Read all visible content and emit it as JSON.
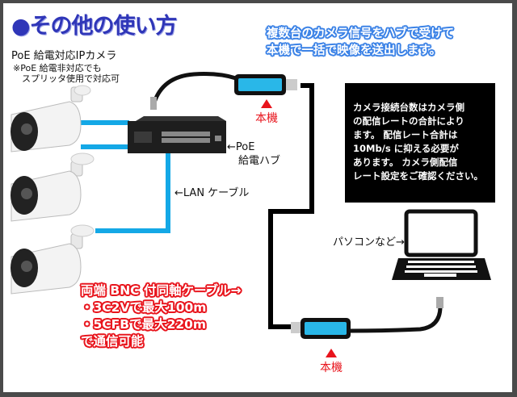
{
  "title": "●その他の使い方",
  "camera": {
    "label": "PoE 給電対応IPカメラ",
    "note_lines": [
      "※PoE 給電非対応でも",
      "　スプリッタ使用で対応可"
    ]
  },
  "blue_note": {
    "lines": [
      "複数台のカメラ信号をハブで受けて",
      "本機で一括で映像を送出します。"
    ],
    "color": "#3b82e6"
  },
  "info_box": {
    "text": "カメラ接続台数はカメラ側\nの配信レートの合計により\nます。 配信レート合計は\n10Mb/s に抑える必要が\nあります。 カメラ側配信\nレート設定をご確認ください。"
  },
  "hub": {
    "label_line1": "←PoE",
    "label_line2": "給電ハブ"
  },
  "lan_cable": {
    "label": "←LAN ケーブル"
  },
  "unit_top": {
    "label": "本機"
  },
  "unit_bottom": {
    "label": "本機"
  },
  "pc": {
    "label": "パソコンなど→"
  },
  "red_note": {
    "lines": [
      "両端 BNC 付同軸ケーブル→",
      "・3C2Vで最大100m",
      "・5CFBで最大220m",
      "で通信可能"
    ],
    "color": "#e8141c"
  },
  "colors": {
    "lan": "#14a8e6",
    "coax": "#000000",
    "accent_red": "#e8141c",
    "title": "#2f36b8"
  }
}
